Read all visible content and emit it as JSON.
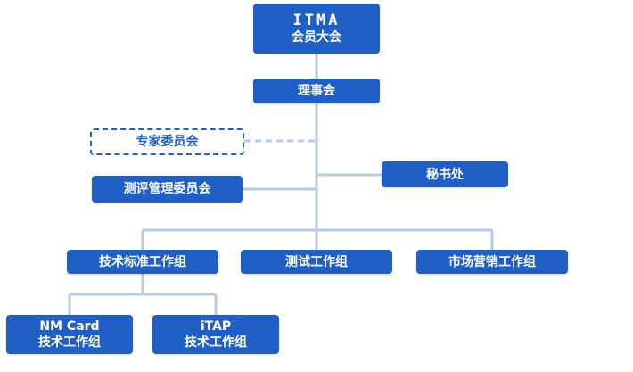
{
  "org_chart": {
    "colors": {
      "node_fill": "#1f5fc6",
      "node_text": "#ffffff",
      "connector": "#b7cbe6"
    },
    "root": {
      "logo_text": "ITMA",
      "title": "会员大会"
    },
    "council": "理事会",
    "expert_committee": "专家委员会",
    "secretariat": "秘书处",
    "evaluation_committee": "测评管理委员会",
    "working_groups": {
      "standards": "技术标准工作组",
      "testing": "测试工作组",
      "marketing": "市场营销工作组"
    },
    "sub_groups": {
      "nm_card": {
        "line1": "NM Card",
        "line2": "技术工作组"
      },
      "itap": {
        "line1": "iTAP",
        "line2": "技术工作组"
      }
    }
  }
}
